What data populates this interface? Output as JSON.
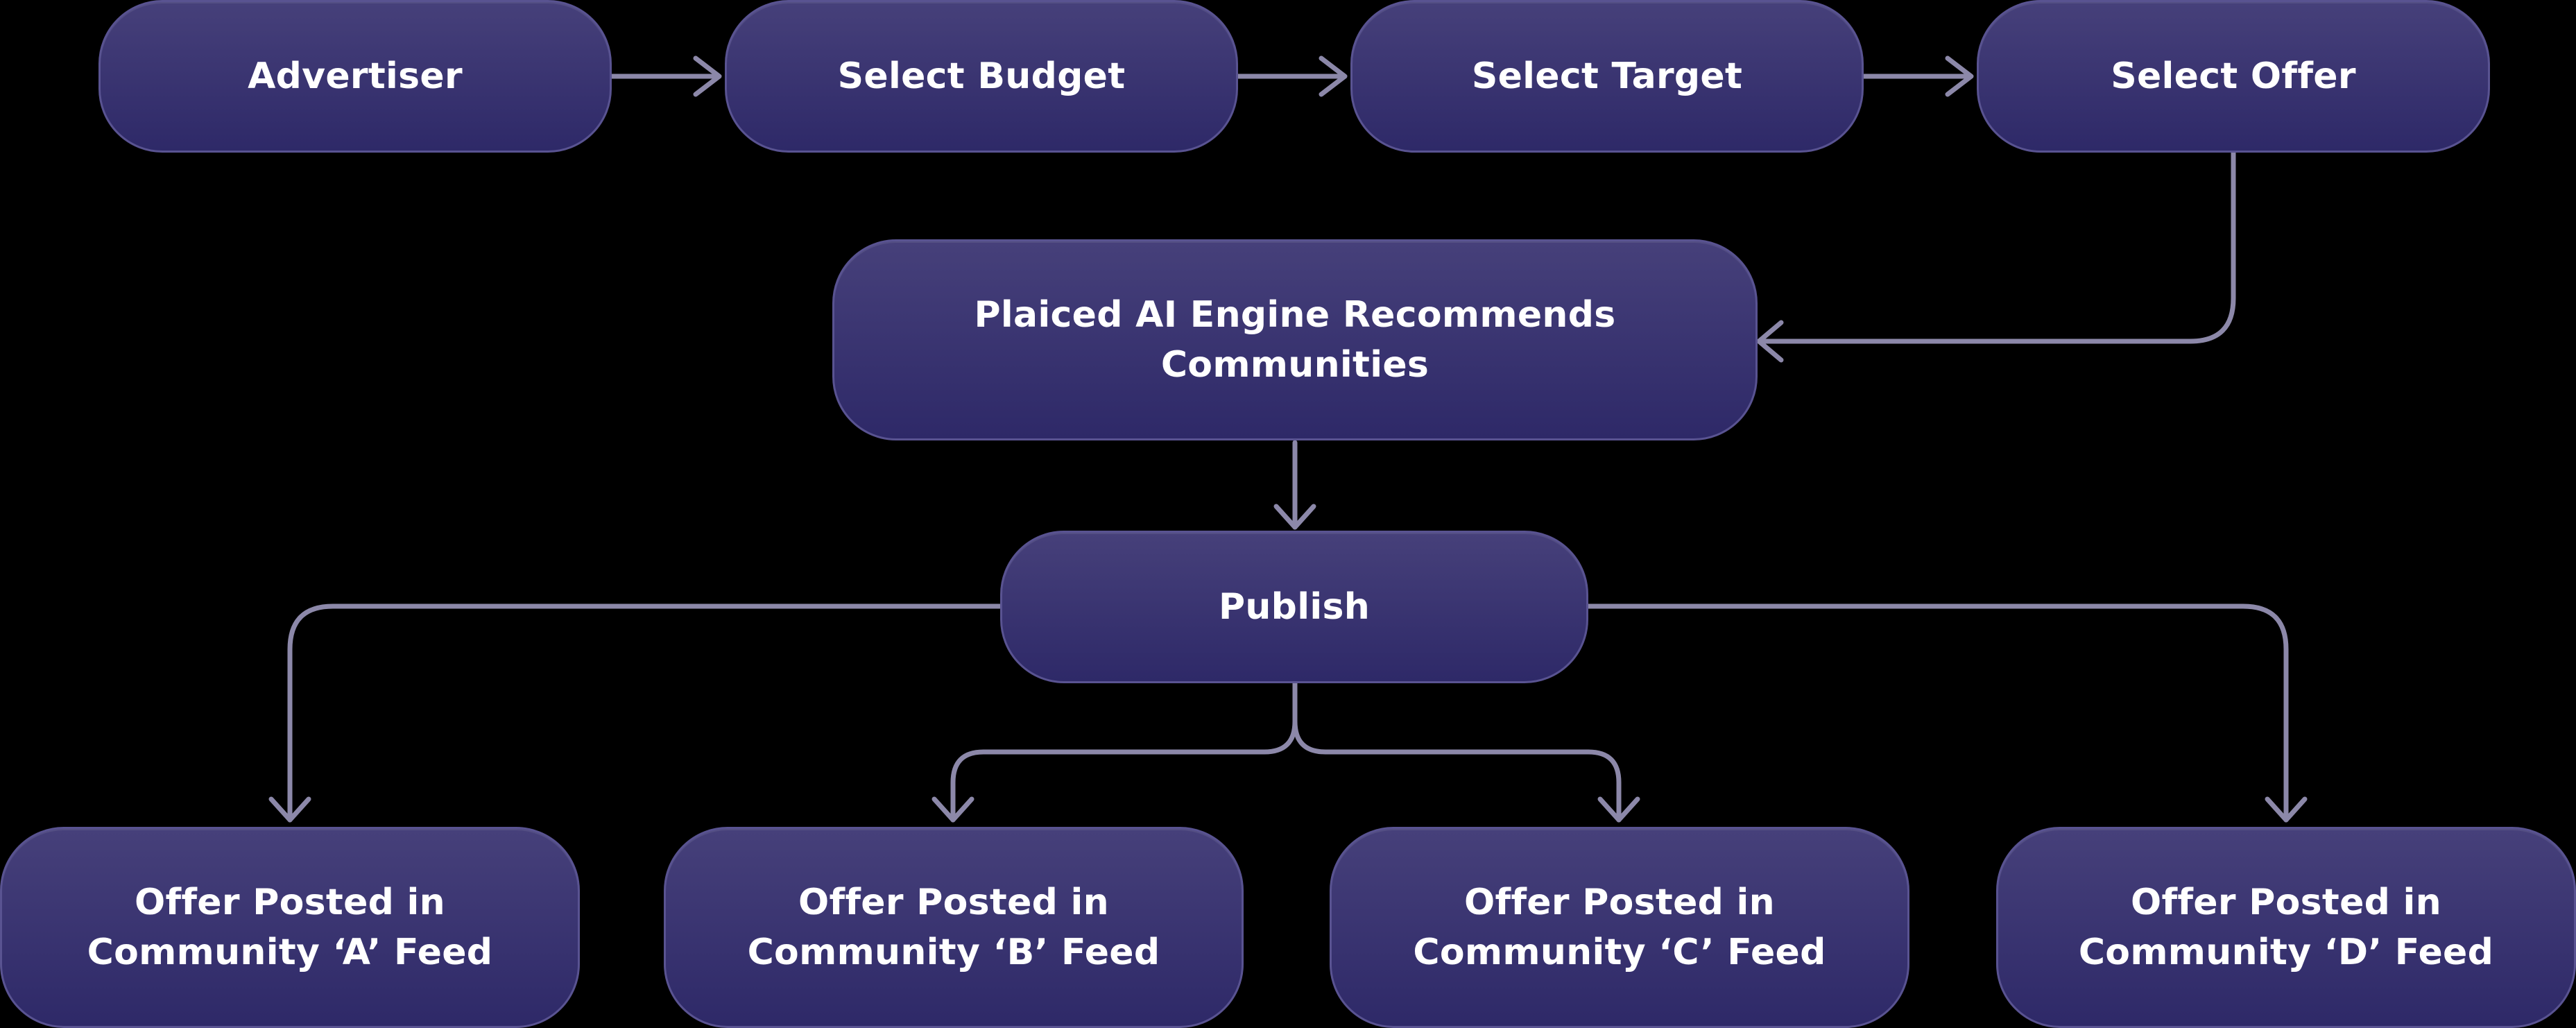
{
  "colors": {
    "background": "#000000",
    "node_fill_top": "#46407a",
    "node_fill_bottom": "#2e2968",
    "node_border": "#595391",
    "node_text": "#ffffff",
    "connector": "#8c88a9"
  },
  "nodes": {
    "advertiser": "Advertiser",
    "select_budget": "Select Budget",
    "select_target": "Select Target",
    "select_offer": "Select Offer",
    "ai_engine": "Plaiced AI Engine Recommends\nCommunities",
    "publish": "Publish",
    "community_a": "Offer Posted in\nCommunity ‘A’ Feed",
    "community_b": "Offer Posted in\nCommunity ‘B’ Feed",
    "community_c": "Offer Posted in\nCommunity ‘C’ Feed",
    "community_d": "Offer Posted in\nCommunity ‘D’ Feed"
  },
  "edges": [
    {
      "from": "advertiser",
      "to": "select_budget"
    },
    {
      "from": "select_budget",
      "to": "select_target"
    },
    {
      "from": "select_target",
      "to": "select_offer"
    },
    {
      "from": "select_offer",
      "to": "ai_engine"
    },
    {
      "from": "ai_engine",
      "to": "publish"
    },
    {
      "from": "publish",
      "to": "community_a"
    },
    {
      "from": "publish",
      "to": "community_b"
    },
    {
      "from": "publish",
      "to": "community_c"
    },
    {
      "from": "publish",
      "to": "community_d"
    }
  ]
}
